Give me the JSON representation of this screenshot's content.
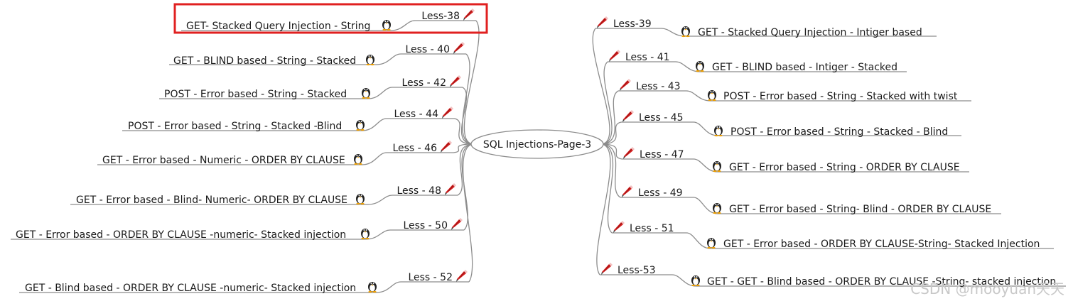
{
  "center": {
    "label": "SQL Injections-Page-3"
  },
  "left_nodes": [
    {
      "less": "Less-38",
      "desc": "GET- Stacked Query Injection - String",
      "highlighted": true
    },
    {
      "less": "Less - 40",
      "desc": "GET - BLIND based - String - Stacked",
      "highlighted": false
    },
    {
      "less": "Less - 42",
      "desc": "POST - Error based - String - Stacked",
      "highlighted": false
    },
    {
      "less": "Less - 44",
      "desc": "POST - Error based - String - Stacked -Blind",
      "highlighted": false
    },
    {
      "less": "Less - 46",
      "desc": "GET - Error based - Numeric - ORDER BY CLAUSE",
      "highlighted": false
    },
    {
      "less": "Less - 48",
      "desc": "GET - Error based - Blind- Numeric- ORDER BY CLAUSE",
      "highlighted": false
    },
    {
      "less": "Less - 50",
      "desc": "GET - Error based - ORDER BY CLAUSE -numeric- Stacked injection",
      "highlighted": false
    },
    {
      "less": "Less - 52",
      "desc": "GET - Blind based - ORDER BY CLAUSE -numeric- Stacked injection",
      "highlighted": false
    }
  ],
  "right_nodes": [
    {
      "less": "Less-39",
      "desc": "GET -  Stacked Query Injection - Intiger based"
    },
    {
      "less": "Less - 41",
      "desc": "GET - BLIND based - Intiger - Stacked"
    },
    {
      "less": "Less - 43",
      "desc": "POST - Error based - String - Stacked with twist"
    },
    {
      "less": "Less - 45",
      "desc": "POST - Error based - String - Stacked - Blind"
    },
    {
      "less": "Less - 47",
      "desc": "GET - Error based - String - ORDER BY CLAUSE"
    },
    {
      "less": "Less - 49",
      "desc": "GET - Error based - String- Blind - ORDER BY CLAUSE"
    },
    {
      "less": "Less - 51",
      "desc": "GET - Error based - ORDER BY CLAUSE-String- Stacked Injection"
    },
    {
      "less": "Less-53",
      "desc": "GET - GET - Blind based - ORDER BY CLAUSE -String- stacked injection"
    }
  ],
  "icons": {
    "lesson": "pencil-icon",
    "desc": "linux-penguin-icon"
  },
  "colors": {
    "highlight_box": "#e02020",
    "connector": "#8c8c8c",
    "pencil_red": "#d42020"
  },
  "watermark": "CSDN @mooyuan天天"
}
